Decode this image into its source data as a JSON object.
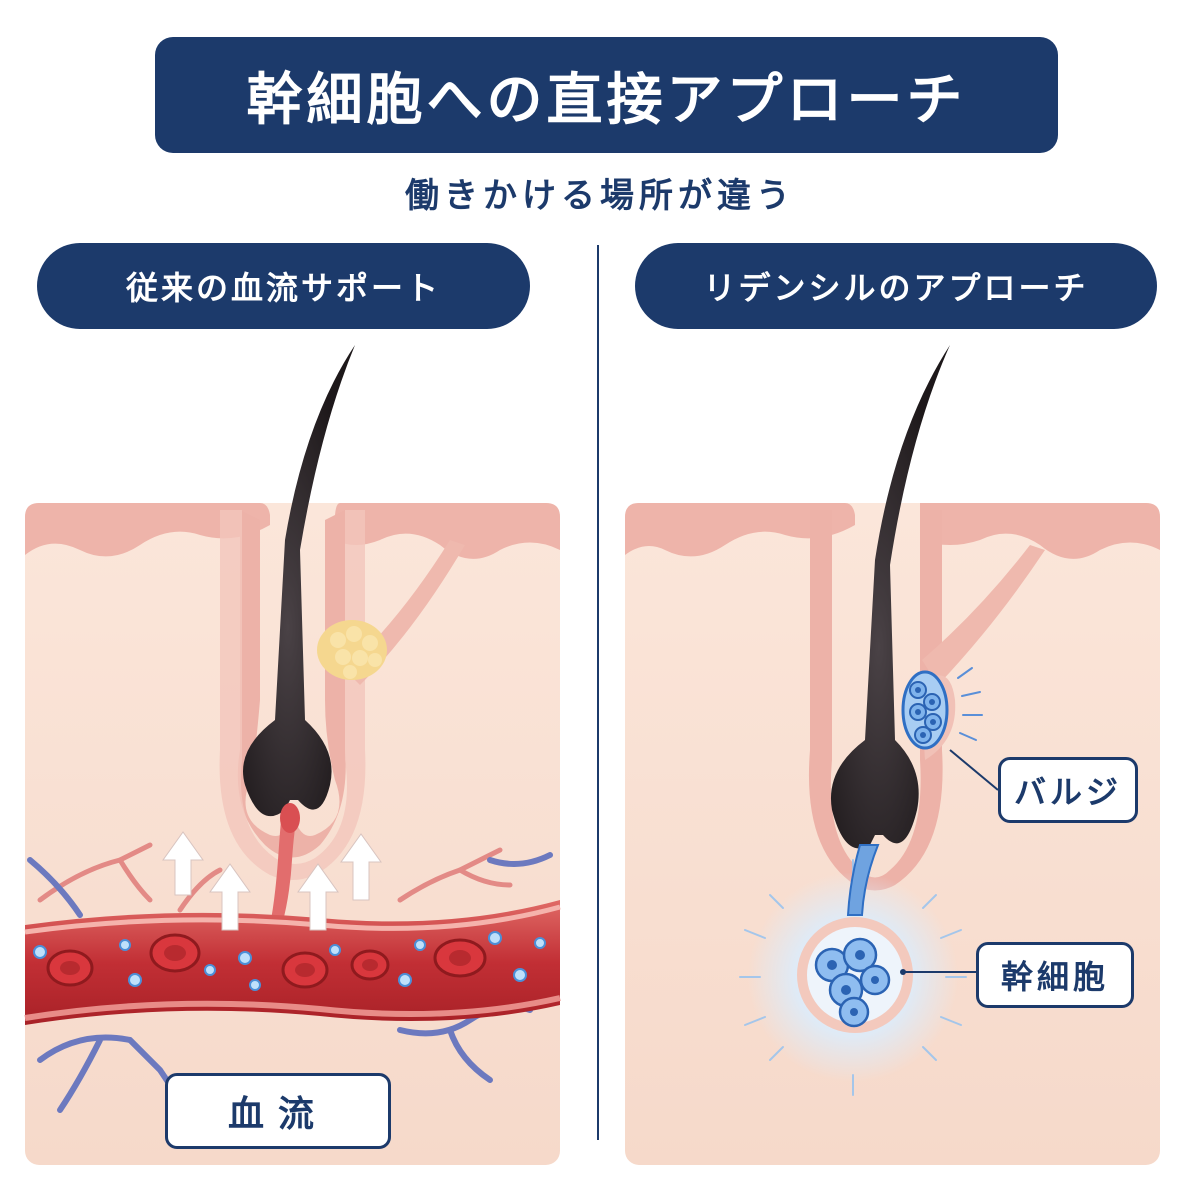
{
  "header": {
    "title": "幹細胞への直接アプローチ",
    "subtitle": "働きかける場所が違う"
  },
  "left_panel": {
    "heading": "従来の血流サポート",
    "labels": {
      "blood_flow": "血流"
    }
  },
  "right_panel": {
    "heading": "リデンシルのアプローチ",
    "labels": {
      "bulge": "バルジ",
      "stem_cells": "幹細胞"
    }
  },
  "colors": {
    "navy": "#1c3a6b",
    "skin": "#f7dccd",
    "epidermis": "#e9a9a0",
    "hair": "#262022",
    "blood": "#c9373c",
    "stem_cell": "#6aa6e8"
  }
}
